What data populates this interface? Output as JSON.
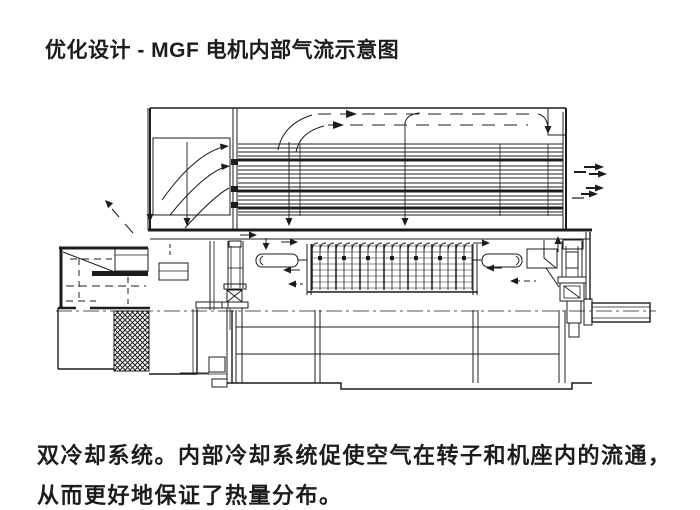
{
  "title": {
    "text": "优化设计 - MGF 电机内部气流示意图"
  },
  "caption": {
    "line1": "双冷却系统。内部冷却系统促使空气在转子和机座内的流通，",
    "line2": "从而更好地保证了热量分布。"
  },
  "colors": {
    "background": "#ffffff",
    "ink": "#1c1c1c"
  }
}
